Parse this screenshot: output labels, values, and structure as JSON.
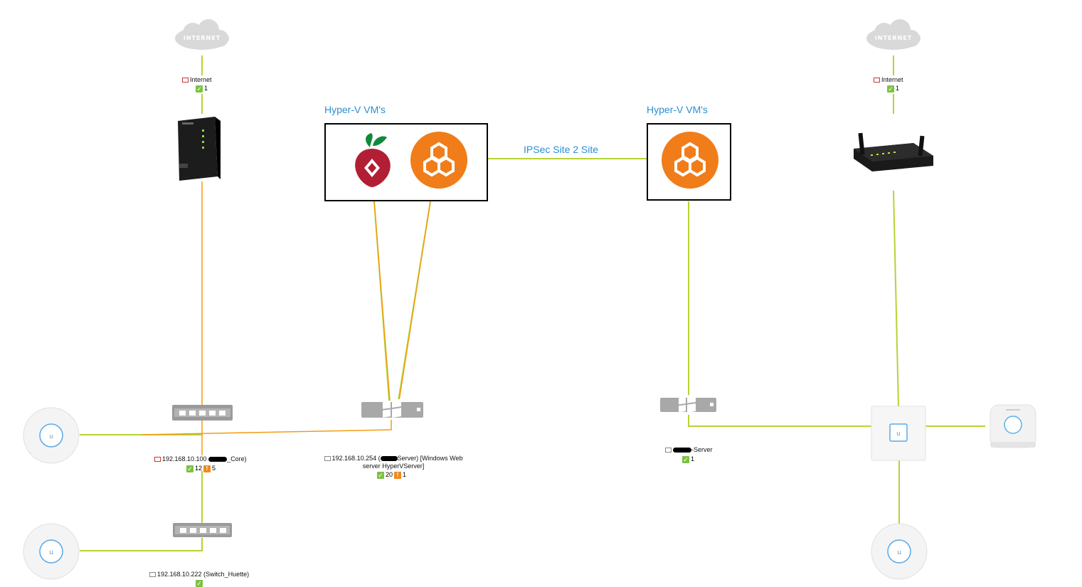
{
  "colors": {
    "link_green": "#b5d334",
    "link_orange": "#f39c12",
    "group_title": "#2a8fd0",
    "ok": "#7cc242",
    "warn": "#f08a1c"
  },
  "clouds": [
    {
      "id": "internet-left",
      "text": "INTERNET"
    },
    {
      "id": "internet-right",
      "text": "INTERNET"
    }
  ],
  "sensors": {
    "internet_left": {
      "label": "Internet",
      "ok": "1"
    },
    "internet_right": {
      "label": "Internet",
      "ok": "1"
    }
  },
  "groups": [
    {
      "title": "Hyper-V VM's",
      "icons": [
        "pihole-icon",
        "opnsense-icon"
      ]
    },
    {
      "title": "Hyper-V VM's",
      "icons": [
        "opnsense-icon"
      ]
    }
  ],
  "links": {
    "ipsec_label": "IPSec Site 2 Site"
  },
  "devices": {
    "core_switch": {
      "label_pre": "192.168.10.100 ",
      "label_post": "_Core)",
      "ok": "12",
      "warn": "5"
    },
    "hyperv_server": {
      "label_pre": "192.168.10.254 (",
      "label_post": "Server) [Windows Web server HyperVServer]",
      "ok": "20",
      "warn": "1"
    },
    "remote_server": {
      "label_pre": "",
      "label_post": "-Server",
      "ok": "1"
    },
    "switch_huette": {
      "label": "192.168.10.222 (Switch_Huette)"
    }
  },
  "icons": {
    "left_router": "fritzbox-router-icon",
    "right_router": "fritzbox-router-icon",
    "switch": "network-switch-icon",
    "server": "windows-server-icon",
    "access_point": "unifi-access-point-icon",
    "unifi_switch": "unifi-switch-icon",
    "hue_bridge": "hue-bridge-icon"
  }
}
